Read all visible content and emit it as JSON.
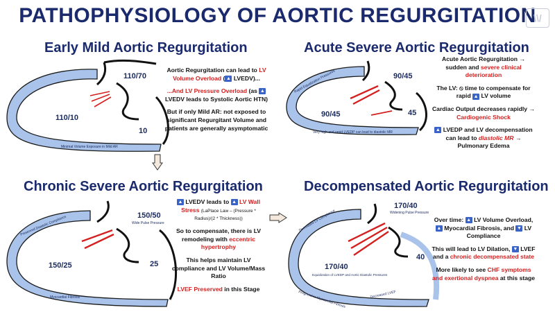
{
  "header": {
    "title": "PATHOPHYSIOLOGY OF AORTIC REGURGITATION"
  },
  "panels": {
    "early": {
      "title": "Early Mild Aortic Regurgitation",
      "aortic_pressure": "110/70",
      "lv_pressure": "110/10",
      "la_pressure": "10",
      "wall_label": "Minimal Volume Exposure in Mild AR",
      "text": {
        "l1": "Aortic Regurgitation can lead to",
        "l1_red": "LV Volume Overload",
        "l1_end": "LVEDV)...",
        "l2_red": "...And LV Pressure Overload",
        "l2_end": "LVEDV leads to Systolic Aortic HTN)",
        "l3": "But if only Mild AR: not exposed to significant Regurgitant Volume and patients are generally asymptomatic"
      }
    },
    "acute": {
      "title": "Acute Severe Aortic Regurgitation",
      "aortic_pressure": "90/45",
      "lv_pressure": "90/45",
      "la_pressure": "45",
      "wall_label_top": "Rapid Equalization Pressures",
      "wall_label_bottom": "Very high and rapid LVEDP can lead to diastolic MR",
      "text": {
        "l1": "Acute Aortic Regurgitation → sudden and",
        "l1_red": "severe clinical deterioration",
        "l2": "The LV: ⦸ time to compensate for rapid",
        "l2_end": "LV volume",
        "l3": "Cardiac Output decreases rapidly →",
        "l3_red": "Cardiogenic Shock",
        "l4": "LVEDP and LV decompensation can lead to",
        "l4_red": "diastolic MR",
        "l4_end": "→ Pulmonary Edema"
      }
    },
    "chronic": {
      "title": "Chronic Severe Aortic Regurgitation",
      "aortic_pressure": "150/50",
      "pulse_label": "Wide Pulse Pressure",
      "lv_pressure": "150/25",
      "la_pressure": "25",
      "wall_label_top": "Preserved Diastolic Compliance",
      "wall_label_bottom": "Myocardial Fibrosis",
      "text": {
        "l1": "LVEDV leads to",
        "l1_red": "LV Wall Stress",
        "l1_small": "(LaPlace Law – (Pressure * Radius)/(2 * Thickness))",
        "l2": "So to compensate, there is LV remodeling with",
        "l2_red": "eccentric hypertrophy",
        "l3": "This helps maintain LV compliance and LV Volume/Mass Ratio",
        "l4_red": "LVEF Preserved",
        "l4_end": "in this Stage"
      }
    },
    "decomp": {
      "title": "Decompensated Aortic Regurgitation",
      "aortic_pressure": "170/40",
      "pulse_label": "Widening Pulse Pressure",
      "lv_pressure": "170/40",
      "lv_sub": "Equalization of LVEDP and Aortic Diastolic Pressures",
      "la_pressure": "40",
      "wall_label_top": "Decreased LV Compliance",
      "wall_label_bottom": "Progressive Myocardial Fibrosis",
      "wall_label_right": "Decreased LVEF",
      "text": {
        "l1": "Over time:",
        "l1_mid": "LV Volume Overload,",
        "l1_b": "Myocardial Fibrosis, and",
        "l1_end": "LV Compliance",
        "l2": "This will lead to LV Dilation,",
        "l2_mid": "LVEF and a",
        "l2_red": "chronic decompensated state",
        "l3": "More likely to see",
        "l3_red": "CHF symptoms and exertional dyspnea",
        "l3_end": "at this stage"
      }
    }
  },
  "colors": {
    "title": "#1a2a6c",
    "wall": "#a9c3ea",
    "accent_red": "#d42020",
    "arrow_box": "#3a63c7"
  },
  "icons": {
    "up": "⬆",
    "down": "⬇"
  }
}
